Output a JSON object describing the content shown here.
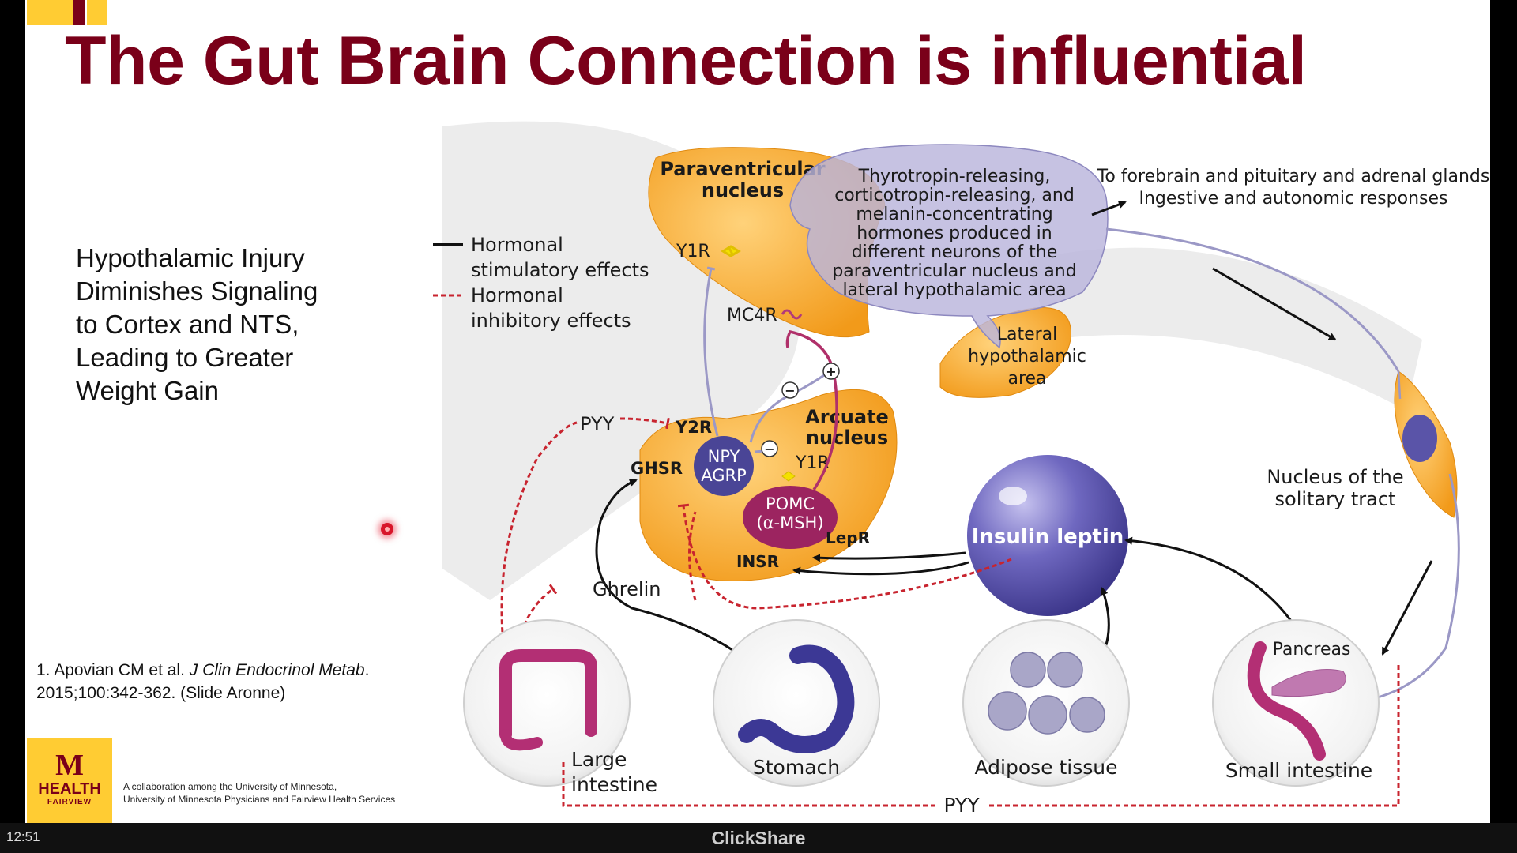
{
  "slide": {
    "title": "The Gut Brain Connection is influential",
    "side_text": "Hypothalamic Injury Diminishes Signaling to Cortex and NTS, Leading to Greater Weight Gain",
    "citation": {
      "prefix": "1. Apovian CM et al. ",
      "journal": "J Clin Endocrinol Metab",
      "suffix": ".",
      "line2": "2015;100:342-362. (Slide Aronne)"
    },
    "logo": {
      "m": "M",
      "health": "HEALTH",
      "fairview": "FAIRVIEW"
    },
    "collab_line1": "A collaboration among the University of Minnesota,",
    "collab_line2": "University of Minnesota Physicians and Fairview Health Services"
  },
  "diagram": {
    "legend": {
      "stim_1": "Hormonal",
      "stim_2": "stimulatory effects",
      "inhib_1": "Hormonal",
      "inhib_2": "inhibitory effects"
    },
    "pvn_1": "Paraventricular",
    "pvn_2": "nucleus",
    "hormones": [
      "Thyrotropin-releasing,",
      "corticotropin-releasing, and",
      "melanin-concentrating",
      "hormones produced in",
      "different neurons of the",
      "paraventricular nucleus and",
      "lateral hypothalamic area"
    ],
    "forebrain_1": "To forebrain and pituitary and adrenal glands",
    "forebrain_2": "Ingestive and autonomic responses",
    "lha_1": "Lateral",
    "lha_2": "hypothalamic",
    "lha_3": "area",
    "y1r_top": "Y1R",
    "mc4r": "MC4R",
    "plus": "+",
    "minus": "−",
    "minus2": "−",
    "arcuate_1": "Arcuate",
    "arcuate_2": "nucleus",
    "pyy_left": "PYY",
    "y2r": "Y2R",
    "ghsr": "GHSR",
    "npy_1": "NPY",
    "npy_2": "AGRP",
    "y1r_arc": "Y1R",
    "pomc_1": "POMC",
    "pomc_2": "(α-MSH)",
    "lepr": "LepR",
    "insr": "INSR",
    "insulin_leptin": "Insulin leptin",
    "nts_1": "Nucleus of the",
    "nts_2": "solitary tract",
    "ghrelin": "Ghrelin",
    "large_1": "Large",
    "large_2": "intestine",
    "stomach": "Stomach",
    "adipose": "Adipose tissue",
    "pancreas": "Pancreas",
    "small": "Small intestine",
    "pyy_bottom": "PYY"
  },
  "screen": {
    "clock": "12:51",
    "brand": "ClickShare"
  },
  "colors": {
    "maroon": "#7a0019",
    "gold": "#ffcc33",
    "orange": "#f5a623",
    "lavender": "#b9b4dc",
    "inhibitory": "#c8242f"
  }
}
